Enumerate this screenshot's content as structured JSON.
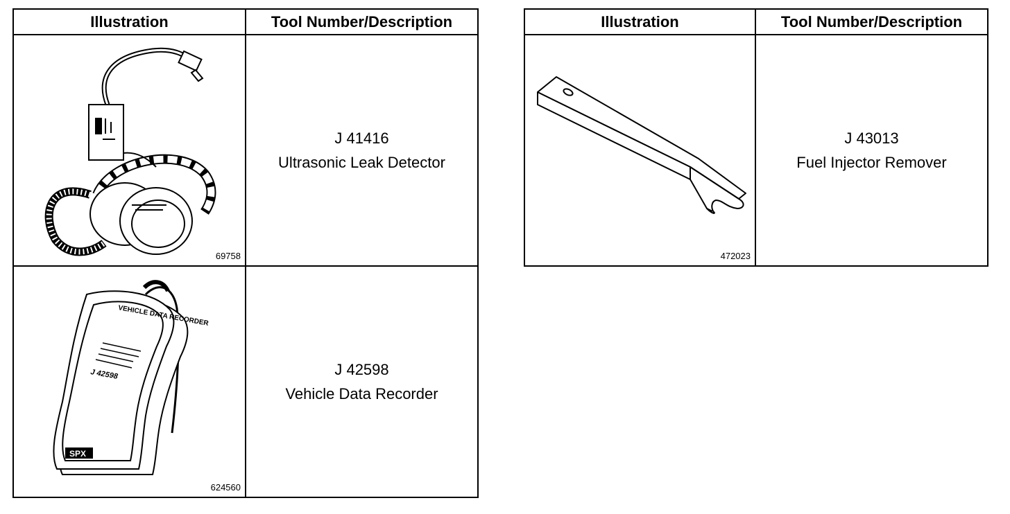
{
  "tables": [
    {
      "headers": {
        "illustration": "Illustration",
        "tool": "Tool Number/Description"
      },
      "rows": [
        {
          "figure": "69758",
          "number": "J 41416",
          "description": "Ultrasonic Leak Detector"
        },
        {
          "figure": "624560",
          "number": "J 42598",
          "description": "Vehicle Data Recorder"
        }
      ]
    },
    {
      "headers": {
        "illustration": "Illustration",
        "tool": "Tool Number/Description"
      },
      "rows": [
        {
          "figure": "472023",
          "number": "J 43013",
          "description": "Fuel Injector Remover"
        }
      ]
    }
  ],
  "art_labels": {
    "recorder_title": "VEHICLE DATA RECORDER",
    "recorder_number": "J 42598",
    "recorder_brand": "SPX"
  }
}
